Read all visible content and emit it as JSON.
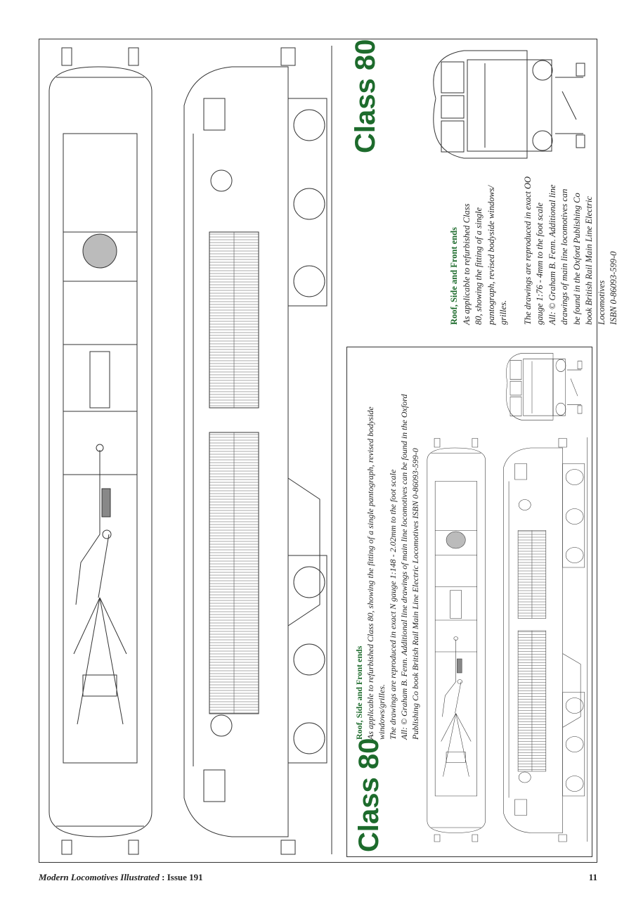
{
  "main": {
    "title": "Class 80",
    "heading": "Roof, Side and Front ends",
    "description_lines": [
      "As applicable to refurbished Class",
      "80, showing the fitting of a single",
      "pantograph, revised bodyside windows/",
      "grilles."
    ],
    "scale_lines": [
      "The drawings are reproduced in exact OO",
      "gauge 1:76 - 4mm to the foot scale",
      "All: © Graham B. Fenn. Additional line",
      "drawings of main line locomotives  can",
      "be found in the Oxford Publishing Co",
      "book British Rail Main Line Electric",
      "Locomotives",
      "ISBN 0-86093-599-0"
    ]
  },
  "inset": {
    "title": "Class 80",
    "heading": "Roof, Side and Front ends",
    "description_lines": [
      "As applicable to refurbished Class 80, showing the fitting of a single pantograph, revised bodyside",
      "windows/grilles."
    ],
    "scale_lines": [
      "The drawings are reproduced in exact N gauge   1:148 - 2.02mm to the foot scale",
      "All: © Graham B. Fenn. Additional line drawings of main line locomotives  can be found in the Oxford",
      "Publishing Co book British Rail Main Line Electric Locomotives  ISBN 0-86093-599-0"
    ]
  },
  "footer": {
    "publication": "Modern Locomotives Illustrated",
    "issue": ": Issue 191",
    "page_number": "11"
  },
  "colors": {
    "accent": "#1d6b2c",
    "line": "#333333"
  }
}
